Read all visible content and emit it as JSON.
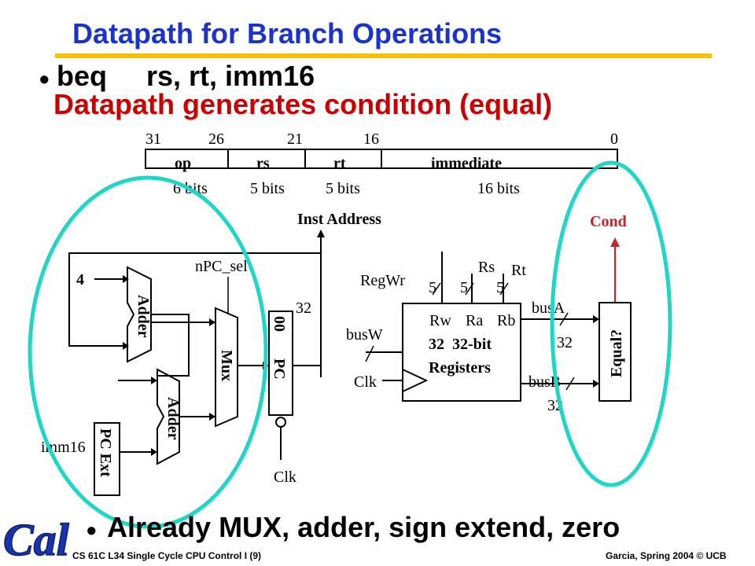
{
  "title": "Datapath for Branch Operations",
  "bullet1": {
    "instruction": "beq     rs, rt, imm16",
    "subtitle": "Datapath generates condition (equal)"
  },
  "bullet2": "Already MUX, adder, sign extend, zero",
  "format": {
    "bit_positions": [
      "31",
      "26",
      "21",
      "16",
      "0"
    ],
    "fields": [
      "op",
      "rs",
      "rt",
      "immediate"
    ],
    "widths": [
      "6 bits",
      "5 bits",
      "5 bits",
      "16 bits"
    ]
  },
  "labels": {
    "inst_address": "Inst Address",
    "cond": "Cond",
    "four": "4",
    "adder_top": "Adder",
    "adder_bottom": "Adder",
    "mux": "Mux",
    "npc_sel": "nPC_sel",
    "pc": "PC",
    "pc_bits": "00",
    "pc_width": "32",
    "clk_pc": "Clk",
    "imm16": "imm16",
    "pc_ext": "PC Ext",
    "regwr": "RegWr",
    "rs": "Rs",
    "rt": "Rt",
    "five_a": "5",
    "five_b": "5",
    "five_c": "5",
    "busw": "busW",
    "clk_reg": "Clk",
    "rw": "Rw",
    "ra": "Ra",
    "rb": "Rb",
    "reg_line1": "32  32-bit",
    "reg_line2": "Registers",
    "busa": "busA",
    "busa_width": "32",
    "busb": "busB",
    "busb_width": "32",
    "equal": "Equal?"
  },
  "footer": {
    "left": "CS 61C L34 Single Cycle CPU Control I (9)",
    "right": "Garcia, Spring 2004 © UCB"
  },
  "logo_text": "Cal",
  "colors": {
    "title": "#1a33cc",
    "accent_bar": "#f2c300",
    "subtitle": "#cc0000",
    "circle": "#1fd6c8",
    "cond": "#cc2222",
    "logo": "#1a33aa"
  }
}
